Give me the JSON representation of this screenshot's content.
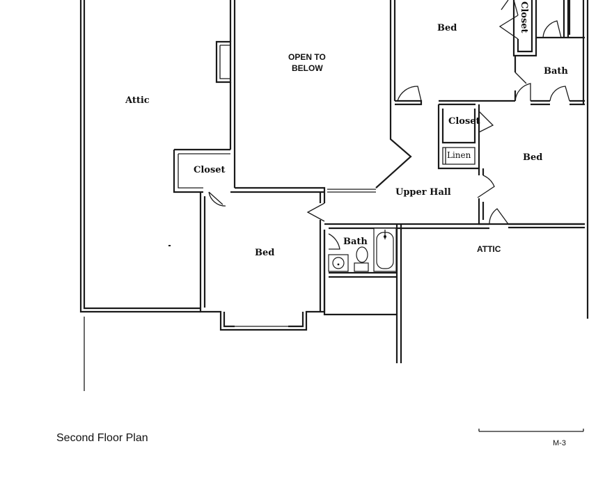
{
  "rooms": {
    "attic_left": "Attic",
    "open_to_below_line1": "OPEN TO",
    "open_to_below_line2": "BELOW",
    "bed_top": "Bed",
    "closet_vertical": "Closet",
    "bath_top": "Bath",
    "closet_middle": "Closet",
    "linen": "Linen",
    "bed_right": "Bed",
    "closet_left": "Closet",
    "upper_hall": "Upper Hall",
    "bed_bottom": "Bed",
    "bath_bottom": "Bath",
    "attic_right": "ATTIC"
  },
  "caption": "Second Floor Plan",
  "sheet_number": "M-3"
}
